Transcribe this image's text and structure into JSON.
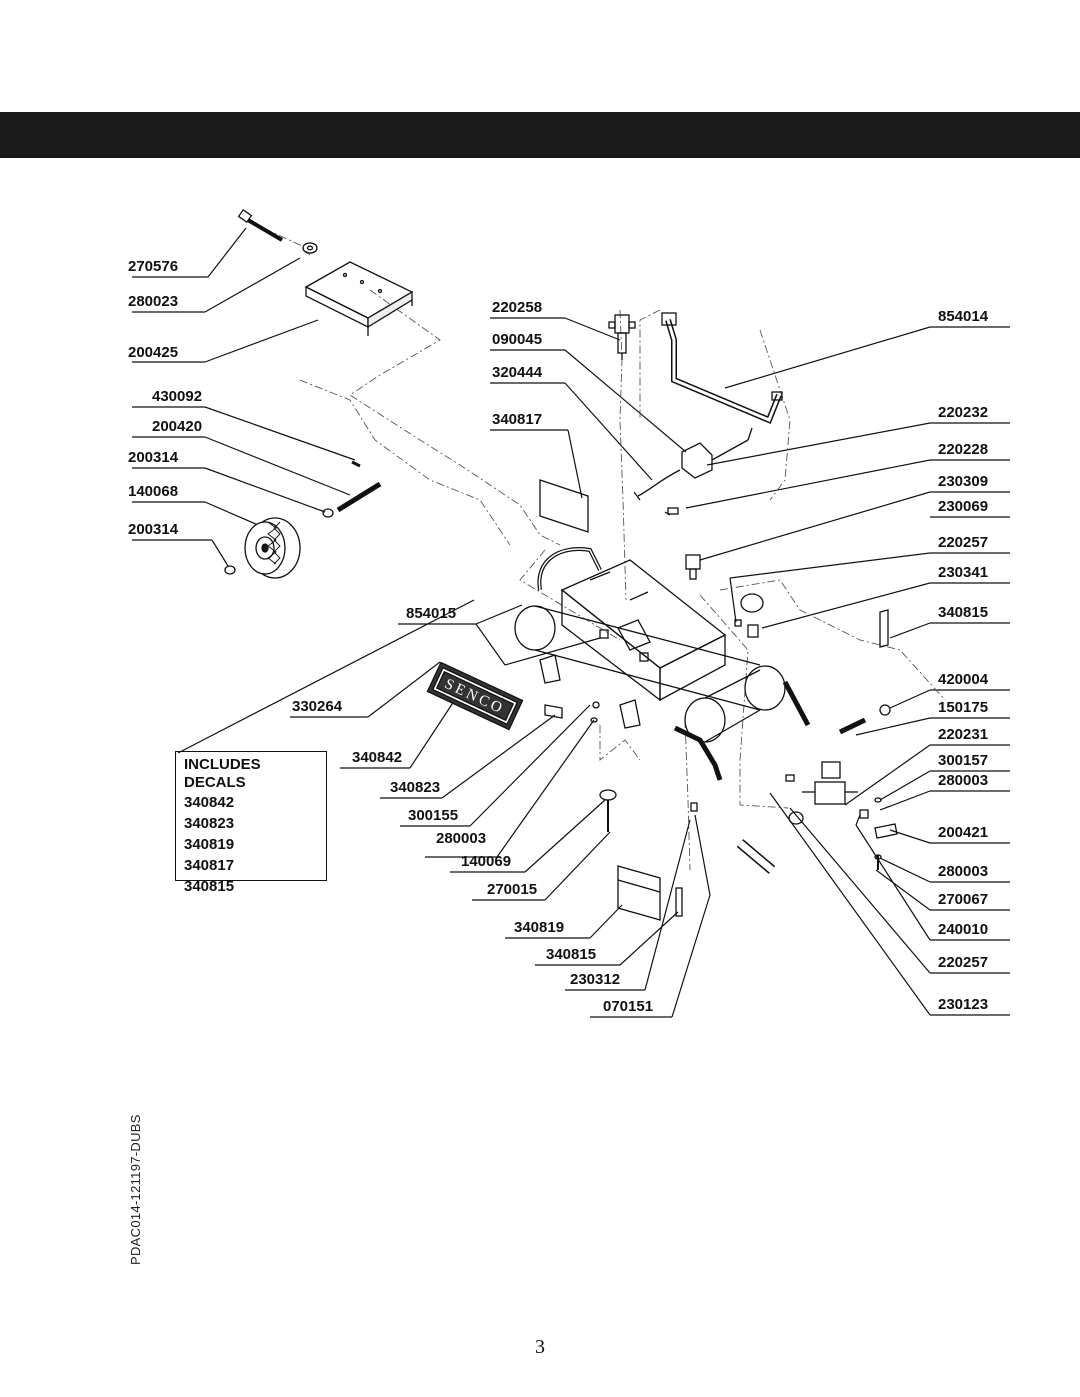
{
  "labels_left": {
    "l270576": "270576",
    "l280023": "280023",
    "l200425": "200425",
    "l430092": "430092",
    "l200420": "200420",
    "l200314a": "200314",
    "l140068": "140068",
    "l200314b": "200314"
  },
  "labels_center": {
    "l220258": "220258",
    "l090045": "090045",
    "l320444": "320444",
    "l340817": "340817",
    "l854015": "854015",
    "l330264": "330264",
    "l340842": "340842",
    "l340823": "340823",
    "l300155": "300155",
    "l280003": "280003",
    "l140069": "140069",
    "l270015": "270015",
    "l340819": "340819",
    "l340815": "340815",
    "l230312": "230312",
    "l070151": "070151"
  },
  "labels_right": {
    "l854014": "854014",
    "l220232": "220232",
    "l220228": "220228",
    "l230309": "230309",
    "l230069": "230069",
    "l220257a": "220257",
    "l230341": "230341",
    "l340815": "340815",
    "l420004": "420004",
    "l150175": "150175",
    "l220231": "220231",
    "l300157": "300157",
    "l280003a": "280003",
    "l200421": "200421",
    "l280003b": "280003",
    "l270067": "270067",
    "l240010": "240010",
    "l220257b": "220257",
    "l230123": "230123"
  },
  "decals": {
    "title": "INCLUDES DECALS",
    "items": [
      "340842",
      "340823",
      "340819",
      "340817",
      "340815"
    ]
  },
  "brand_plate": "SENCO",
  "doc_code": "PDAC014-121197-DUBS",
  "page_number": "3"
}
